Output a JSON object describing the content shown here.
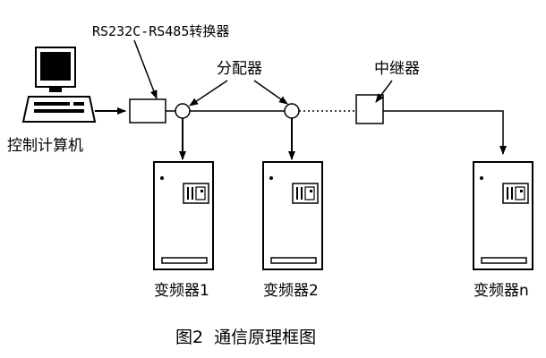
{
  "labels": {
    "converter": "RS232C-RS485转换器",
    "distributor": "分配器",
    "repeater": "中继器",
    "computer": "控制计算机",
    "inverter_1": "变频器1",
    "inverter_2": "变频器2",
    "inverter_n": "变频器n"
  },
  "caption": "图2  通信原理框图"
}
